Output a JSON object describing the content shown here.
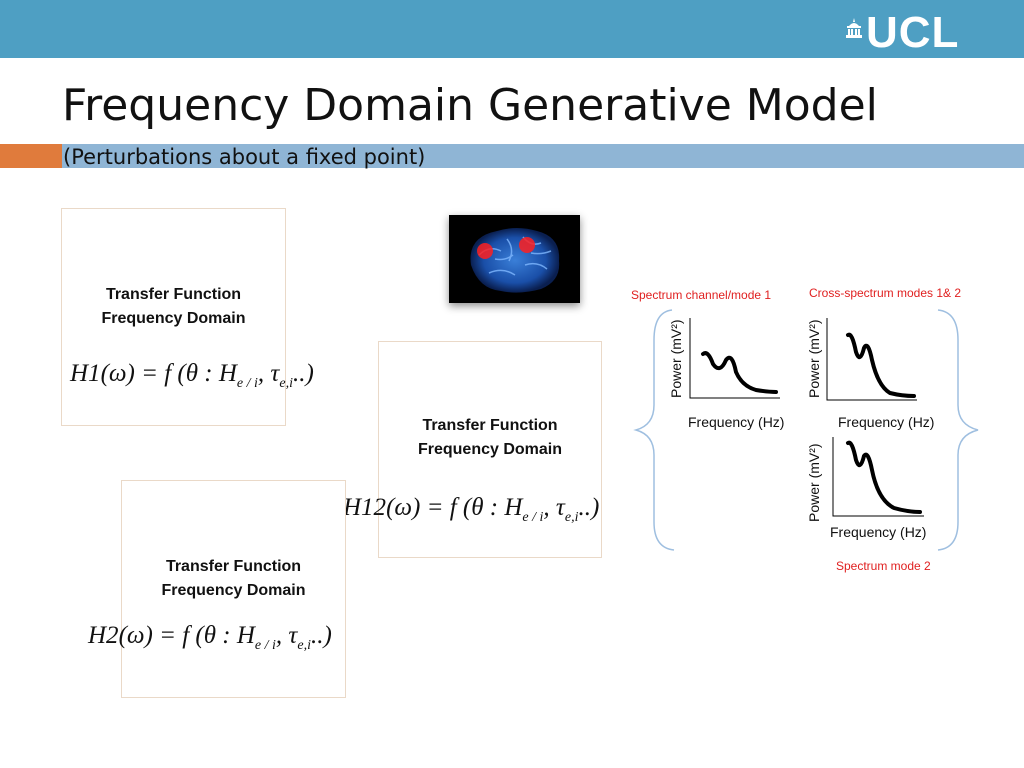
{
  "header": {
    "logo_text": "UCL",
    "bar_color": "#4e9fc3",
    "accent_color": "#e07b3c",
    "subbar_color": "#8fb5d5"
  },
  "title": "Frequency Domain Generative Model",
  "subtitle": "(Perturbations about a fixed point)",
  "transfer_boxes": [
    {
      "line1": "Transfer Function",
      "line2": "Frequency Domain",
      "eq_name": "H1"
    },
    {
      "line1": "Transfer Function",
      "line2": "Frequency Domain",
      "eq_name": "H12"
    },
    {
      "line1": "Transfer Function",
      "line2": "Frequency Domain",
      "eq_name": "H2"
    }
  ],
  "equation": {
    "omega": "(ω) = f (θ : H",
    "sub_h": "e / i",
    "tau": ", τ",
    "sub_tau": "e,i",
    "tail": "..)"
  },
  "spectra": {
    "label_channel": "Spectrum channel/mode 1",
    "label_cross": "Cross-spectrum modes 1& 2",
    "label_mode2": "Spectrum mode 2",
    "xlabel": "Frequency (Hz)",
    "ylabel": "Power (mV²)"
  },
  "brain": {
    "icon": "brain-icon",
    "marker_color": "#ff2020"
  }
}
